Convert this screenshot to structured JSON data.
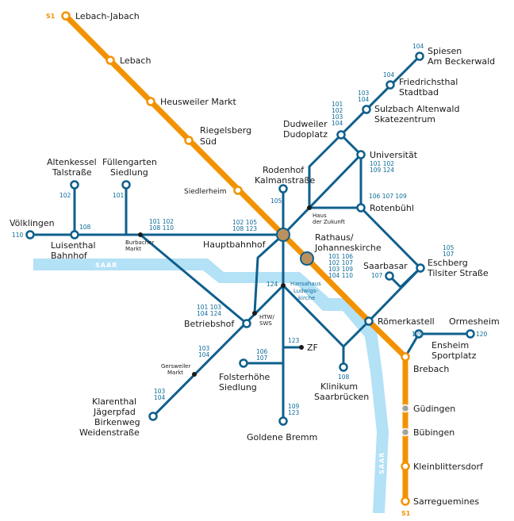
{
  "colors": {
    "tram": "#0f5f8c",
    "s1_line": "#f39200",
    "river": "#b3e1f6",
    "hub": "#b9915e",
    "grey_station": "#a3a3a3"
  },
  "lines": {
    "s1_top": "S1",
    "s1_bottom": "S1"
  },
  "river": {
    "name": "SAAR"
  },
  "stations": {
    "lebach_jabach": "Lebach-Jabach",
    "lebach": "Lebach",
    "heusweiler_markt": "Heusweiler Markt",
    "riegelsberg_l1": "Riegelsberg",
    "riegelsberg_l2": "Süd",
    "siedlerheim": "Siedlerheim",
    "hauptbahnhof": "Hauptbahnhof",
    "rathaus_l1": "Rathaus/",
    "rathaus_l2": "Johanneskirche",
    "roemerkastell": "Römerkastell",
    "brebach": "Brebach",
    "guedingen": "Güdingen",
    "buebingen": "Bübingen",
    "kleinblittersdorf": "Kleinblittersdorf",
    "sarreguemines": "Sarreguemines",
    "spiesen_l1": "Spiesen",
    "spiesen_l2": "Am Beckerwald",
    "friedrichsthal_l1": "Friedrichsthal",
    "friedrichsthal_l2": "Stadtbad",
    "sulzbach_l1": "Sulzbach Altenwald",
    "sulzbach_l2": "Skatezentrum",
    "dudweiler_l1": "Dudweiler",
    "dudweiler_l2": "Dudoplatz",
    "universitaet": "Universität",
    "rotenbuehl": "Rotenbühl",
    "haus_zukunft_l1": "Haus",
    "haus_zukunft_l2": "der Zukunft",
    "rodenhof_l1": "Rodenhof",
    "rodenhof_l2": "Kalmanstraße",
    "altenkessel_l1": "Altenkessel",
    "altenkessel_l2": "Talstraße",
    "fuellengarten_l1": "Füllengarten",
    "fuellengarten_l2": "Siedlung",
    "voelklingen": "Völklingen",
    "luisenthal_l1": "Luisenthal",
    "luisenthal_l2": "Bahnhof",
    "burbacher_l1": "Burbacher",
    "burbacher_l2": "Markt",
    "saarbasar": "Saarbasar",
    "eschberg_l1": "Eschberg",
    "eschberg_l2": "Tilsiter Straße",
    "hansahaus_l1": "Hansahaus",
    "hansahaus_l2": "Ludwigs-",
    "hansahaus_l3": "kirche",
    "htw_l1": "HTW/",
    "htw_l2": "SWS",
    "betriebshof": "Betriebshof",
    "gersweiler_l1": "Gersweiler",
    "gersweiler_l2": "Markt",
    "klarenthal_l1": "Klarenthal",
    "klarenthal_l2": "Jägerpfad",
    "klarenthal_l3": "Birkenweg",
    "klarenthal_l4": "Weidenstraße",
    "folsterhoehe_l1": "Folsterhöhe",
    "folsterhoehe_l2": "Siedlung",
    "goldene_bremm": "Goldene Bremm",
    "zf": "ZF",
    "klinikum_l1": "Klinikum",
    "klinikum_l2": "Saarbrücken",
    "ormesheim": "Ormesheim",
    "ensheim_l1": "Ensheim",
    "ensheim_l2": "Sportplatz"
  },
  "routes": {
    "spiesen": "104",
    "friedrichsthal": "104",
    "sulzbach_a": "103",
    "sulzbach_b": "104",
    "dudweiler_a": "101",
    "dudweiler_b": "102",
    "dudweiler_c": "103",
    "dudweiler_d": "104",
    "uni_a": "101  102",
    "uni_b": "109  124",
    "rotenbuehl": "106  107  109",
    "rodenhof": "105",
    "altenkessel": "102",
    "fuellengarten": "101",
    "voelklingen": "110",
    "luisenthal": "108",
    "burbach_a": "101  102",
    "burbach_b": "108  110",
    "hbf_a": "102  105",
    "hbf_b": "108  123",
    "rathaus_a": "101  106",
    "rathaus_b": "102  107",
    "rathaus_c": "103  109",
    "rathaus_d": "104  110",
    "eschberg_a": "105",
    "eschberg_b": "107",
    "saarbasar": "107",
    "hansahaus": "124",
    "betriebshof_a": "101  103",
    "betriebshof_b": "104  124",
    "gersweiler_a": "103",
    "gersweiler_b": "104",
    "klarenthal_a": "103",
    "klarenthal_b": "104",
    "folster_a": "106",
    "folster_b": "107",
    "zf": "123",
    "bremm_a": "109",
    "bremm_b": "123",
    "klinikum": "108",
    "ensheim_a": "120",
    "ensheim_b": "120"
  }
}
